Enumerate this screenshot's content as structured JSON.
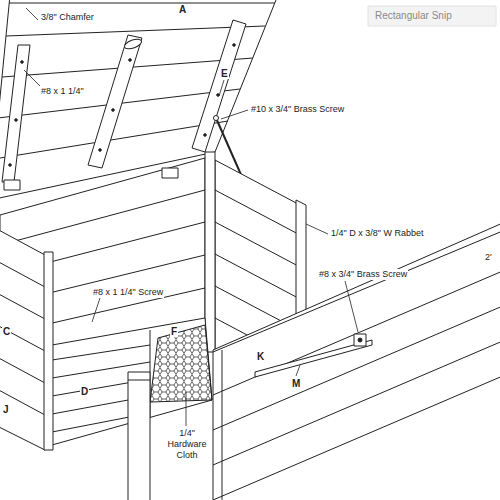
{
  "diagram": {
    "labels": [
      "A",
      "3/8\" Chamfer",
      "#8 x 1 1/4\"",
      "E",
      "#10 x 3/4\" Brass Screw",
      "1/4\" D x 3/8\" W Rabbet",
      "#8 x 3/4\" Brass Screw",
      "2'",
      "#8 x 1 1/4\" Screw",
      "C",
      "F",
      "K",
      "M",
      "D",
      "1/4\" Hardware Cloth",
      "J",
      "Rectangular Snip"
    ]
  }
}
